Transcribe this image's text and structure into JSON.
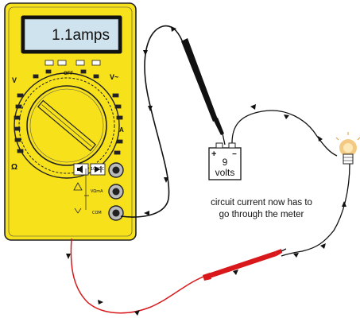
{
  "meter": {
    "display_value": "1.1amps",
    "dial_labels": {
      "v_dc": "V",
      "v_ac": "V~",
      "off": "OFF",
      "a": "A",
      "ohm": "Ω"
    },
    "jacks": {
      "tenA": "10ADC",
      "vohm": "VΩmA",
      "com": "COM"
    }
  },
  "battery": {
    "plus": "+",
    "minus": "−",
    "value": "9",
    "unit": "volts"
  },
  "caption": {
    "line1": "circuit current now has to",
    "line2": "go through the meter"
  },
  "colors": {
    "meter_body": "#f7e11b",
    "probe_red": "#d8181b",
    "probe_black": "#111111",
    "lamp_glow": "#f0b85a"
  }
}
